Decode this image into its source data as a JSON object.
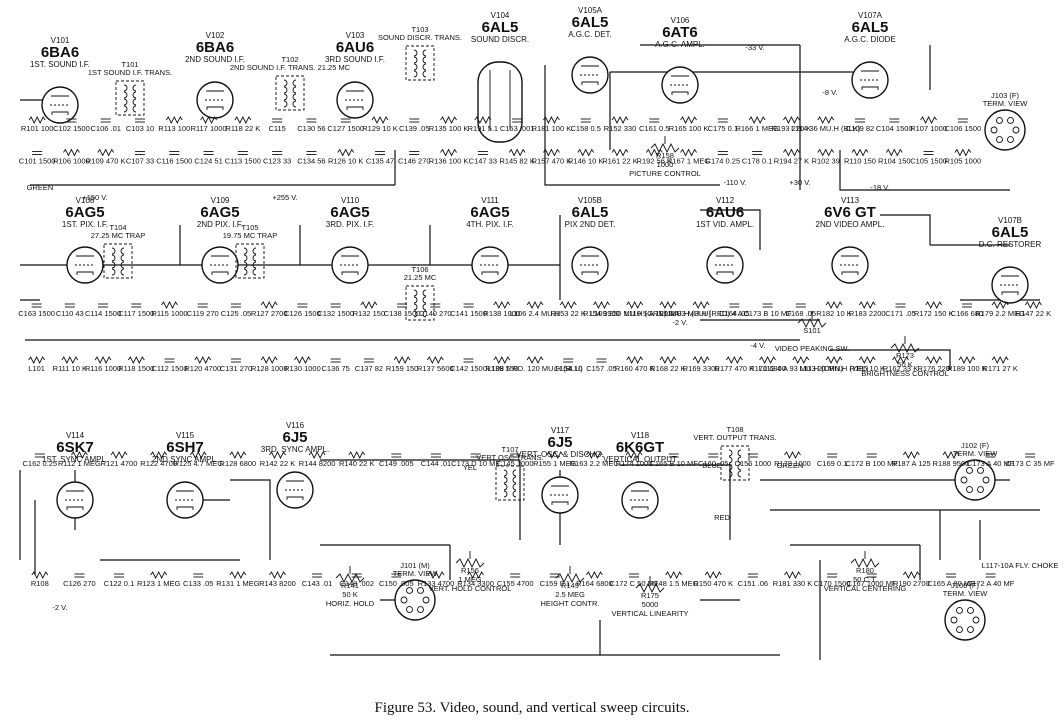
{
  "caption": "Figure 53. Video, sound, and vertical sweep circuits.",
  "tubes": [
    {
      "id": "V101",
      "type": "6BA6",
      "fn": "1ST. SOUND I.F."
    },
    {
      "id": "V102",
      "type": "6BA6",
      "fn": "2ND SOUND I.F."
    },
    {
      "id": "V103",
      "type": "6AU6",
      "fn": "3RD SOUND I.F."
    },
    {
      "id": "V104",
      "type": "6AL5",
      "fn": "SOUND DISCR."
    },
    {
      "id": "V105A",
      "type": "6AL5",
      "fn": "A.G.C. DET."
    },
    {
      "id": "V106",
      "type": "6AT6",
      "fn": "A.G.C. AMPL."
    },
    {
      "id": "V107A",
      "type": "6AL5",
      "fn": "A.G.C. DIODE"
    },
    {
      "id": "V108",
      "type": "6AG5",
      "fn": "1ST. PIX. I.F."
    },
    {
      "id": "V109",
      "type": "6AG5",
      "fn": "2ND PIX. I.F."
    },
    {
      "id": "V110",
      "type": "6AG5",
      "fn": "3RD. PIX. I.F."
    },
    {
      "id": "V111",
      "type": "6AG5",
      "fn": "4TH. PIX. I.F."
    },
    {
      "id": "V105B",
      "type": "6AL5",
      "fn": "PIX 2ND DET."
    },
    {
      "id": "V112",
      "type": "6AU6",
      "fn": "1ST VID. AMPL."
    },
    {
      "id": "V113",
      "type": "6V6 GT",
      "fn": "2ND VIDEO AMPL."
    },
    {
      "id": "V107B",
      "type": "6AL5",
      "fn": "D.C. RESTORER"
    },
    {
      "id": "V114",
      "type": "6SK7",
      "fn": "1ST. SYNC AMPL."
    },
    {
      "id": "V115",
      "type": "6SH7",
      "fn": "2ND SYNC AMPL."
    },
    {
      "id": "V116",
      "type": "6J5",
      "fn": "3RD. SYNC AMPL."
    },
    {
      "id": "V117",
      "type": "6J5",
      "fn": "VERT. OSC. & DISCHG."
    },
    {
      "id": "V118",
      "type": "6K6GT",
      "fn": "VERTICAL OUTPUT"
    }
  ],
  "transformers": [
    {
      "id": "T101",
      "label": "1ST SOUND I.F. TRANS."
    },
    {
      "id": "T102",
      "label": "2ND SOUND I.F. TRANS. 21.25 MC"
    },
    {
      "id": "T103",
      "label": "SOUND DISCR. TRANS."
    },
    {
      "id": "T104",
      "label": "27.25 MC TRAP"
    },
    {
      "id": "T105",
      "label": "19.75 MC TRAP"
    },
    {
      "id": "T106",
      "label": "21.25 MC"
    },
    {
      "id": "T107",
      "label": "VERT OSC TRANS."
    },
    {
      "id": "T108",
      "label": "VERT. OUTPUT TRANS."
    }
  ],
  "controls": [
    {
      "id": "R158",
      "label": "PICTURE CONTROL",
      "value": "1000"
    },
    {
      "id": "R173",
      "label": "BRIGHTNESS CONTROL",
      "value": "50 K"
    },
    {
      "id": "R141",
      "label": "HORIZ. HOLD",
      "value": "50 K"
    },
    {
      "id": "R156",
      "label": "VERT. HOLD CONTROL",
      "value": "1 MEG"
    },
    {
      "id": "R149",
      "label": "HEIGHT CONTR.",
      "value": "2.5 MEG"
    },
    {
      "id": "R175",
      "label": "VERTICAL LINEARITY",
      "value": "5000"
    },
    {
      "id": "R180",
      "label": "VERTICAL CENTERING",
      "value": "50 C.T."
    },
    {
      "id": "S101",
      "label": "VIDEO PEAKING SW."
    }
  ],
  "connectors": [
    {
      "id": "J103 (F)",
      "label": "TERM. VIEW"
    },
    {
      "id": "J102 (F)",
      "label": "TERM. VIEW"
    },
    {
      "id": "J101 (M)",
      "label": "TERM. VIEW"
    },
    {
      "id": "J106 (F)",
      "label": "TERM. VIEW"
    }
  ],
  "supply_labels": [
    "+150 V.",
    "+255 V.",
    "-110 V.",
    "-18 V.",
    "-33 V.",
    "+30 V.",
    "-2 V.",
    "-4 V.",
    "-8 V.",
    "-2 V."
  ],
  "misc_labels": {
    "green_top": "GREEN",
    "green_right": "GREEN",
    "blue": "BLUE",
    "red": "RED",
    "yel": "YEL",
    "flyback": "L117-10A FLY. CHOKE"
  },
  "component_labels": [
    "R101 100",
    "C101 1500",
    "C102 1500",
    "R106 1000",
    "C106 .01",
    "R109 470 K",
    "C103 10",
    "C107 33",
    "R113 100",
    "C116 1500",
    "R117 1000",
    "C124 51",
    "R118 22 K",
    "C113 1500",
    "C115",
    "C123 33",
    "C130 56",
    "C134 56",
    "C127 1500",
    "R126 10 K",
    "R129 10 K",
    "C135 47",
    "C139 .05",
    "C146 270",
    "R135 100 K",
    "R136 100 K",
    "R191 5.1",
    "C147 33",
    "C153 .001",
    "R145 82 K",
    "R181 100 K",
    "R157 470 K",
    "C158 0.5",
    "R146 10 K",
    "R152 330",
    "R161 22 K",
    "C161 0.5",
    "R192 56 K",
    "R165 100 K",
    "R167 1 MEG",
    "C175 0.1",
    "C174 0.25",
    "R166 1 MEG",
    "C178 0.1",
    "R193 220 K",
    "R194 27 K",
    "L114 36 MU.H (BLK)",
    "R102 39",
    "C109 82",
    "R110 150",
    "C104 1500",
    "R104 150",
    "R107 1000",
    "C105 1500",
    "C106 1500",
    "R105 1000",
    "C163 1500",
    "L101",
    "C110 43",
    "R111 10 K",
    "C114 1500",
    "R116 1000",
    "C117 1500",
    "R118 1500",
    "R115 1000",
    "C112 1500",
    "C119 270",
    "R120 4700",
    "C125 .05",
    "C131 270",
    "R127 2700",
    "R128 1000",
    "C126 1500",
    "R130 1000",
    "C132 1500",
    "C136 75",
    "R132 150",
    "C137 82",
    "C138 1500",
    "R159 150",
    "C140 270",
    "R137 5600",
    "C141 1500",
    "C142 1500",
    "R138 1000",
    "R139 150",
    "L106 2.4 MU.H",
    "L108 5 RD. 120 MU.H (BLU)",
    "R153 22 K",
    "C154 10",
    "R154 3900",
    "C157 .05",
    "L109 250 MU.H (GRN) 8 A",
    "R160 470 K",
    "L110 5 A 120 MU.H (BLU)",
    "R168 22 K",
    "L111 93 MU.H (RED) 4 A",
    "R169 3300",
    "C164 .05",
    "R177 470 K",
    "C173 B 10 MF",
    "R170 6800",
    "C168 .05",
    "L112 4 A 93 MU.H (ORN)",
    "R182 10 K",
    "L113 20 MU.H (YEL)",
    "R183 2200",
    "R185 10 K",
    "C171 .05",
    "R162 33 K",
    "R172 150 K",
    "R176 220",
    "C166 680",
    "R189 100 K",
    "R179 2.2 MEG",
    "R171 27 K",
    "R147 22 K",
    "C162 0.25",
    "R108",
    "R112 1 MEG",
    "C126 270",
    "R121 4700",
    "C122 0.1",
    "R122 4700",
    "R123 1 MEG",
    "R125 4.7 MEG",
    "C133 .05",
    "R128 6800",
    "R131 1 MEG",
    "R142 22 K",
    "R143 8200",
    "R144 8200",
    "C143 .01",
    "R140 22 K",
    "C148 .002",
    "C149 .005",
    "C150 .005",
    "C144 .01",
    "R133 4700",
    "C173 D 10 MF",
    "R134 3300",
    "C145 1000",
    "C155 4700",
    "R155 1 MEG",
    "C159 0.1",
    "R163 2.2 MEG",
    "R164 6800",
    "R174 1000",
    "C172 C 50 MF",
    "C165 B 10 MF",
    "R148 1.5 MEG",
    "C160 .05",
    "R150 470 K",
    "C156 1000",
    "C151 .06",
    "R178 1000",
    "R181 330 K",
    "C169 0.1",
    "C170 1500",
    "C172 B 100 MF",
    "C167 1000 MF",
    "R187 A 125",
    "R190 2700",
    "R188 9500",
    "C165 A 80 MF",
    "C173 A 40 MF",
    "C172 A 40 MF",
    "C173 C 35 MF"
  ]
}
